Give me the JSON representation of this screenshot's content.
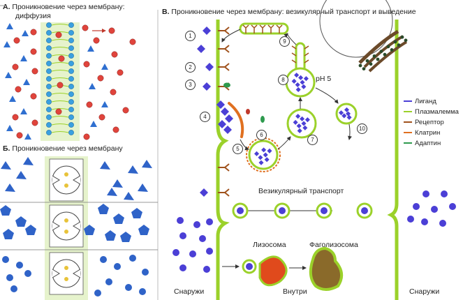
{
  "panel_a": {
    "letter": "А.",
    "title_line1": "Проникновение через мембрану:",
    "title_line2": "диффузия"
  },
  "panel_b": {
    "letter": "Б.",
    "title": "Проникновение через мембрану"
  },
  "panel_v": {
    "letter": "В.",
    "title": "Проникновение через мембрану: везикулярный транспорт и выведение"
  },
  "labels": {
    "ph": "pH 5",
    "vesicular": "Везикулярный транспорт",
    "lysosome": "Лизосома",
    "phagolysosome": "Фаголизосома",
    "outside_left": "Снаружи",
    "inside": "Внутри",
    "outside_right": "Снаружи"
  },
  "legend": [
    {
      "label": "Лиганд",
      "color": "#4b3fd6"
    },
    {
      "label": "Плазмалемма",
      "color": "#9bd12a"
    },
    {
      "label": "Рецептор",
      "color": "#a0521d"
    },
    {
      "label": "Клатрин",
      "color": "#e07020"
    },
    {
      "label": "Адаптин",
      "color": "#2e9a4e"
    }
  ],
  "steps": [
    "1",
    "2",
    "3",
    "4",
    "5",
    "6",
    "7",
    "8",
    "9",
    "10"
  ],
  "colors": {
    "membrane": "#9bd12a",
    "ligand": "#4b3fd6",
    "red_particle": "#e0443c",
    "blue_particle": "#3aa0e0",
    "receptor": "#a0521d",
    "clathrin": "#e07020"
  }
}
